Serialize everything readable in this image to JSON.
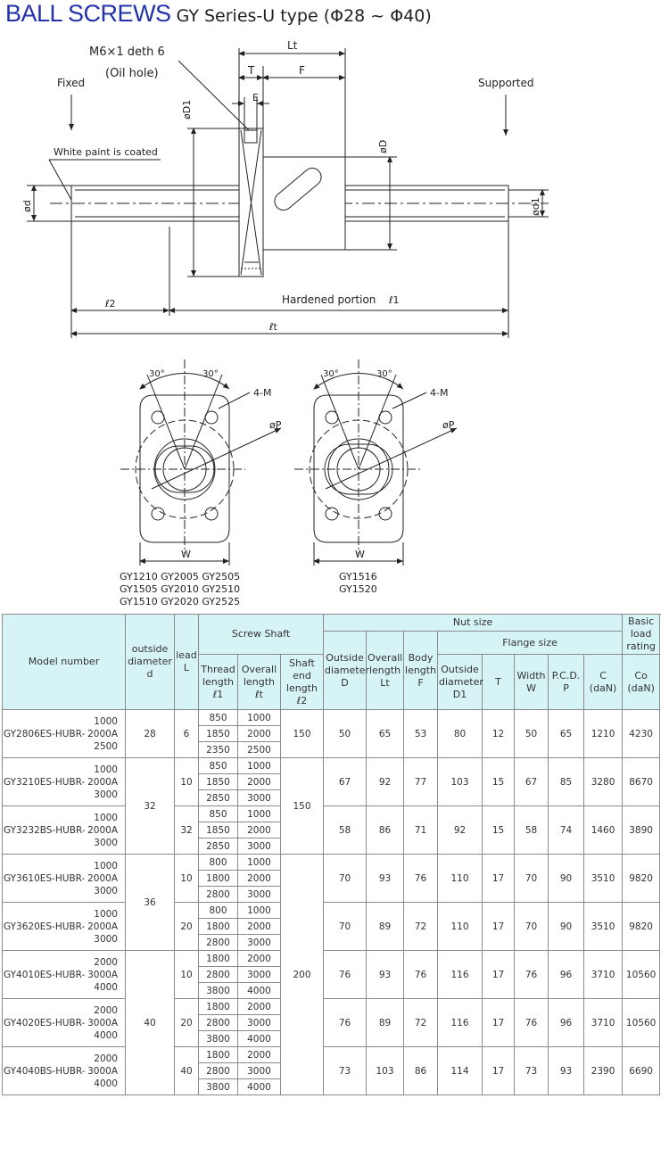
{
  "header": {
    "title": "BALL SCREWS",
    "subtitle": "GY Series-U type (Φ28 ~ Φ40)"
  },
  "drawing_labels": {
    "oil_hole_1": "M6×1 deth 6",
    "oil_hole_2": "(Oil hole)",
    "fixed": "Fixed",
    "supported": "Supported",
    "white_paint": "White paint is coated",
    "hardened": "Hardened portion",
    "lt": "Lt",
    "t": "T",
    "f": "F",
    "e": "E",
    "d1_dim": "øD1",
    "d_dim": "øD",
    "d_small": "ød",
    "d1_small": "ød1",
    "l1": "ℓ1",
    "l2": "ℓ2",
    "lt_small": "ℓt",
    "angle1": "30°",
    "angle2": "30°",
    "angle3": "30°",
    "angle4": "30°",
    "m4_left": "4-M",
    "m4_right": "4-M",
    "p_left": "øP",
    "p_right": "øP",
    "w_left": "W",
    "w_right": "W",
    "models_left": [
      "GY1210  GY2005  GY2505",
      "GY1505  GY2010  GY2510",
      "GY1510  GY2020  GY2525"
    ],
    "models_right": [
      "GY1516",
      "GY1520"
    ]
  },
  "table": {
    "headers": {
      "model": "Model number",
      "outside_diameter": "outside diameter d",
      "lead": "lead L",
      "screw_shaft": "Screw Shaft",
      "thread_length": "Thread length ℓ1",
      "overall_length": "Overall length ℓt",
      "shaft_end_length": "Shaft end length ℓ2",
      "nut_size": "Nut size",
      "flange_size": "Flange size",
      "nut_outside_diameter": "Outside diameter D",
      "nut_overall_length": "Overall length Lt",
      "body_length": "Body length F",
      "flange_outside_diameter": "Outside diameter D1",
      "t": "T",
      "width": "Width W",
      "pcd": "P.C.D. P",
      "basic_load": "Basic load rating",
      "c": "C (daN)",
      "co": "Co (daN)"
    },
    "groups": [
      {
        "lengths": [
          "1000",
          "2000A",
          "2500"
        ],
        "prefix": "GY2806ES-HUBR-",
        "d": "28",
        "lead": "6",
        "thread": [
          "850",
          "1850",
          "2350"
        ],
        "overall": [
          "1000",
          "2000",
          "2500"
        ],
        "shaft_end": "150",
        "D": "50",
        "Lt": "65",
        "F": "53",
        "D1": "80",
        "T": "12",
        "W": "50",
        "P": "65",
        "C": "1210",
        "Co": "4230"
      },
      {
        "lengths": [
          "1000",
          "2000A",
          "3000"
        ],
        "prefix": "GY3210ES-HUBR-",
        "d": "32",
        "lead": "10",
        "thread": [
          "850",
          "1850",
          "2850"
        ],
        "overall": [
          "1000",
          "2000",
          "3000"
        ],
        "shaft_end": "150",
        "D": "67",
        "Lt": "92",
        "F": "77",
        "D1": "103",
        "T": "15",
        "W": "67",
        "P": "85",
        "C": "3280",
        "Co": "8670"
      },
      {
        "lengths": [
          "1000",
          "2000A",
          "3000"
        ],
        "prefix": "GY3232BS-HUBR-",
        "d": "32",
        "lead": "32",
        "thread": [
          "850",
          "1850",
          "2850"
        ],
        "overall": [
          "1000",
          "2000",
          "3000"
        ],
        "shaft_end": "150",
        "D": "58",
        "Lt": "86",
        "F": "71",
        "D1": "92",
        "T": "15",
        "W": "58",
        "P": "74",
        "C": "1460",
        "Co": "3890"
      },
      {
        "lengths": [
          "1000",
          "2000A",
          "3000"
        ],
        "prefix": "GY3610ES-HUBR-",
        "d": "36",
        "lead": "10",
        "thread": [
          "800",
          "1800",
          "2800"
        ],
        "overall": [
          "1000",
          "2000",
          "3000"
        ],
        "shaft_end": "200",
        "D": "70",
        "Lt": "93",
        "F": "76",
        "D1": "110",
        "T": "17",
        "W": "70",
        "P": "90",
        "C": "3510",
        "Co": "9820"
      },
      {
        "lengths": [
          "1000",
          "2000A",
          "3000"
        ],
        "prefix": "GY3620ES-HUBR-",
        "d": "36",
        "lead": "20",
        "thread": [
          "800",
          "1800",
          "2800"
        ],
        "overall": [
          "1000",
          "2000",
          "3000"
        ],
        "shaft_end": "200",
        "D": "70",
        "Lt": "89",
        "F": "72",
        "D1": "110",
        "T": "17",
        "W": "70",
        "P": "90",
        "C": "3510",
        "Co": "9820"
      },
      {
        "lengths": [
          "2000",
          "3000A",
          "4000"
        ],
        "prefix": "GY4010ES-HUBR-",
        "d": "40",
        "lead": "10",
        "thread": [
          "1800",
          "2800",
          "3800"
        ],
        "overall": [
          "2000",
          "3000",
          "4000"
        ],
        "shaft_end": "200",
        "D": "76",
        "Lt": "93",
        "F": "76",
        "D1": "116",
        "T": "17",
        "W": "76",
        "P": "96",
        "C": "3710",
        "Co": "10560"
      },
      {
        "lengths": [
          "2000",
          "3000A",
          "4000"
        ],
        "prefix": "GY4020ES-HUBR-",
        "d": "40",
        "lead": "20",
        "thread": [
          "1800",
          "2800",
          "3800"
        ],
        "overall": [
          "2000",
          "3000",
          "4000"
        ],
        "shaft_end": "200",
        "D": "76",
        "Lt": "89",
        "F": "72",
        "D1": "116",
        "T": "17",
        "W": "76",
        "P": "96",
        "C": "3710",
        "Co": "10560"
      },
      {
        "lengths": [
          "2000",
          "3000A",
          "4000"
        ],
        "prefix": "GY4040BS-HUBR-",
        "d": "40",
        "lead": "40",
        "thread": [
          "1800",
          "2800",
          "3800"
        ],
        "overall": [
          "2000",
          "3000",
          "4000"
        ],
        "shaft_end": "200",
        "D": "73",
        "Lt": "103",
        "F": "86",
        "D1": "114",
        "T": "17",
        "W": "73",
        "P": "93",
        "C": "2390",
        "Co": "6690"
      }
    ]
  }
}
